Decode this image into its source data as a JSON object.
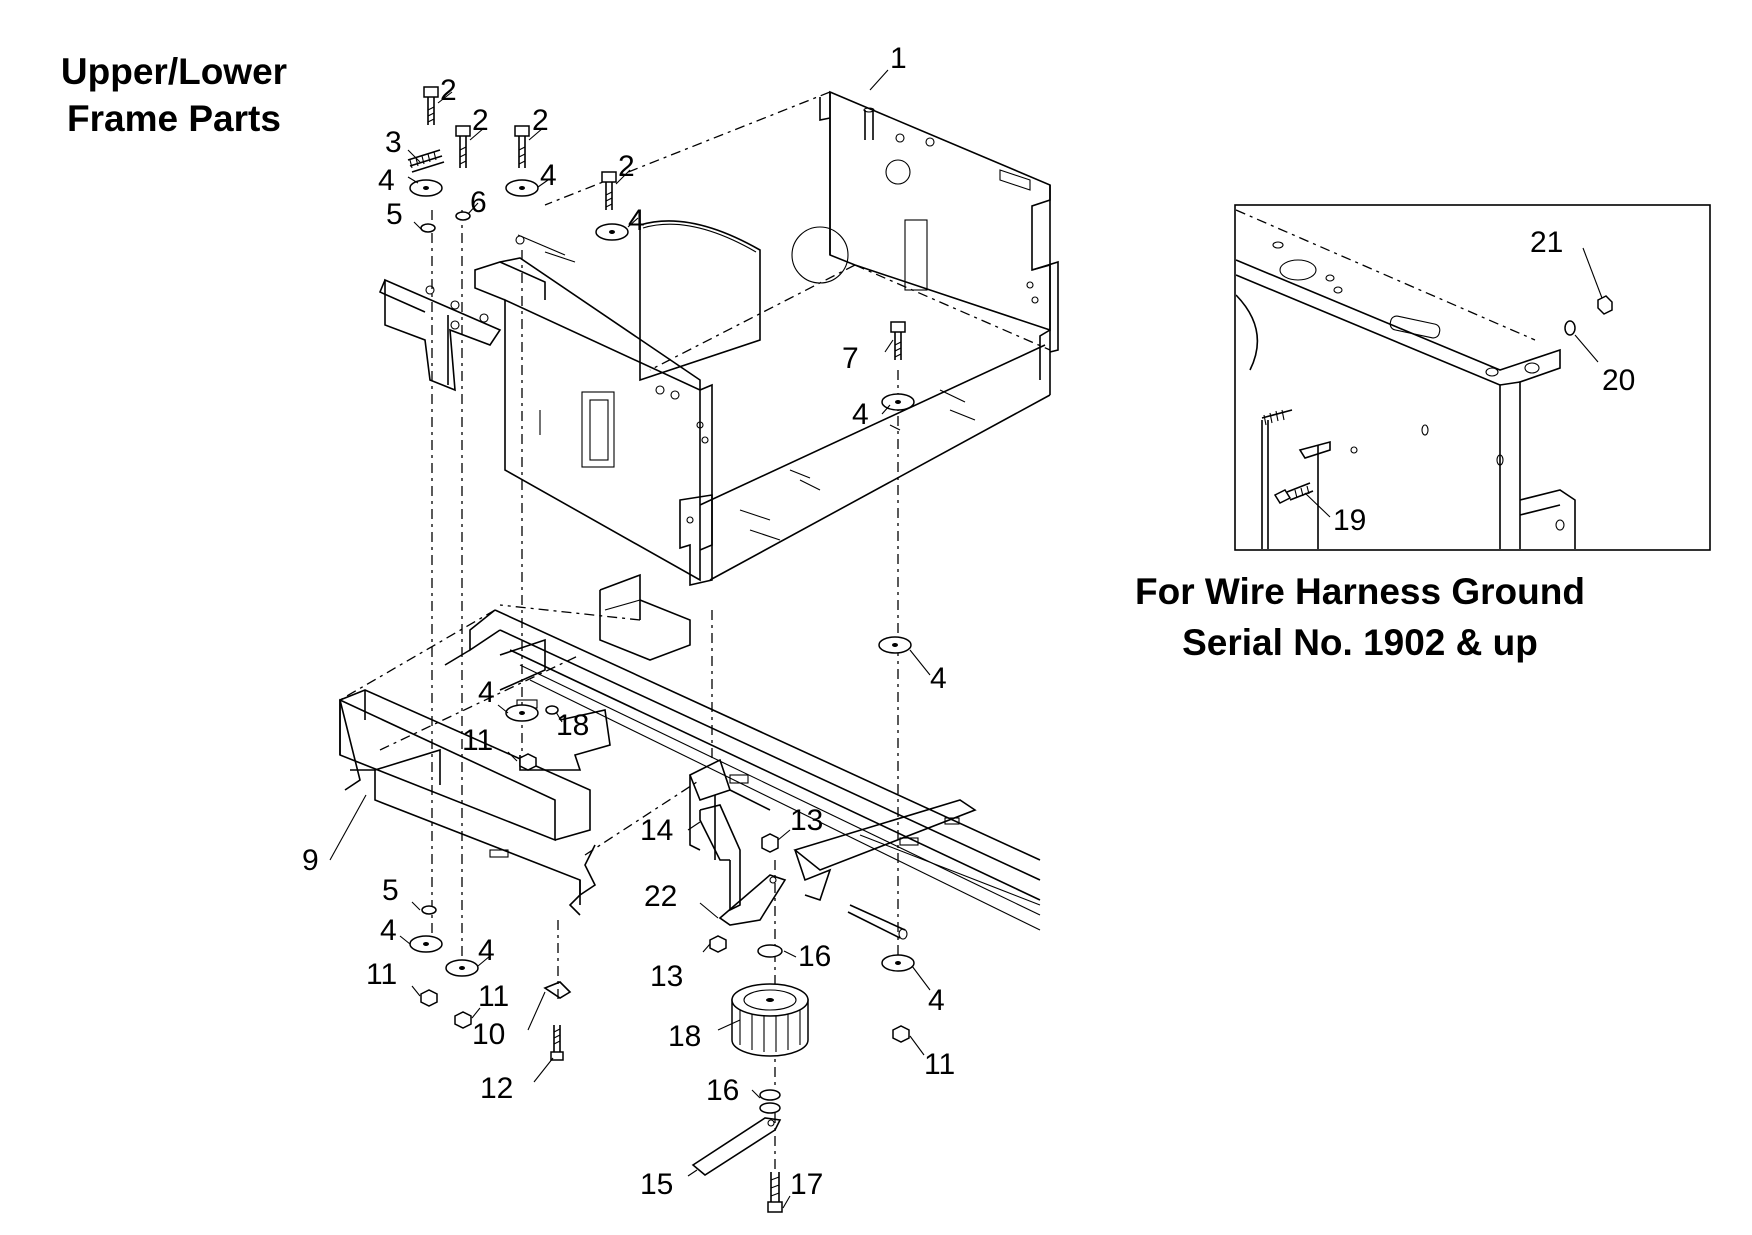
{
  "title": {
    "line1": "Upper/Lower",
    "line2": "Frame Parts"
  },
  "inset": {
    "caption_line1": "For Wire Harness Ground",
    "caption_line2": "Serial No. 1902 & up"
  },
  "callouts": [
    "1",
    "2",
    "2",
    "2",
    "2",
    "3",
    "4",
    "5",
    "6",
    "4",
    "4",
    "7",
    "4",
    "4",
    "4",
    "18",
    "11",
    "9",
    "14",
    "13",
    "22",
    "5",
    "4",
    "4",
    "11",
    "11",
    "10",
    "12",
    "13",
    "16",
    "18",
    "4",
    "11",
    "16",
    "15",
    "17",
    "21",
    "20",
    "19"
  ]
}
